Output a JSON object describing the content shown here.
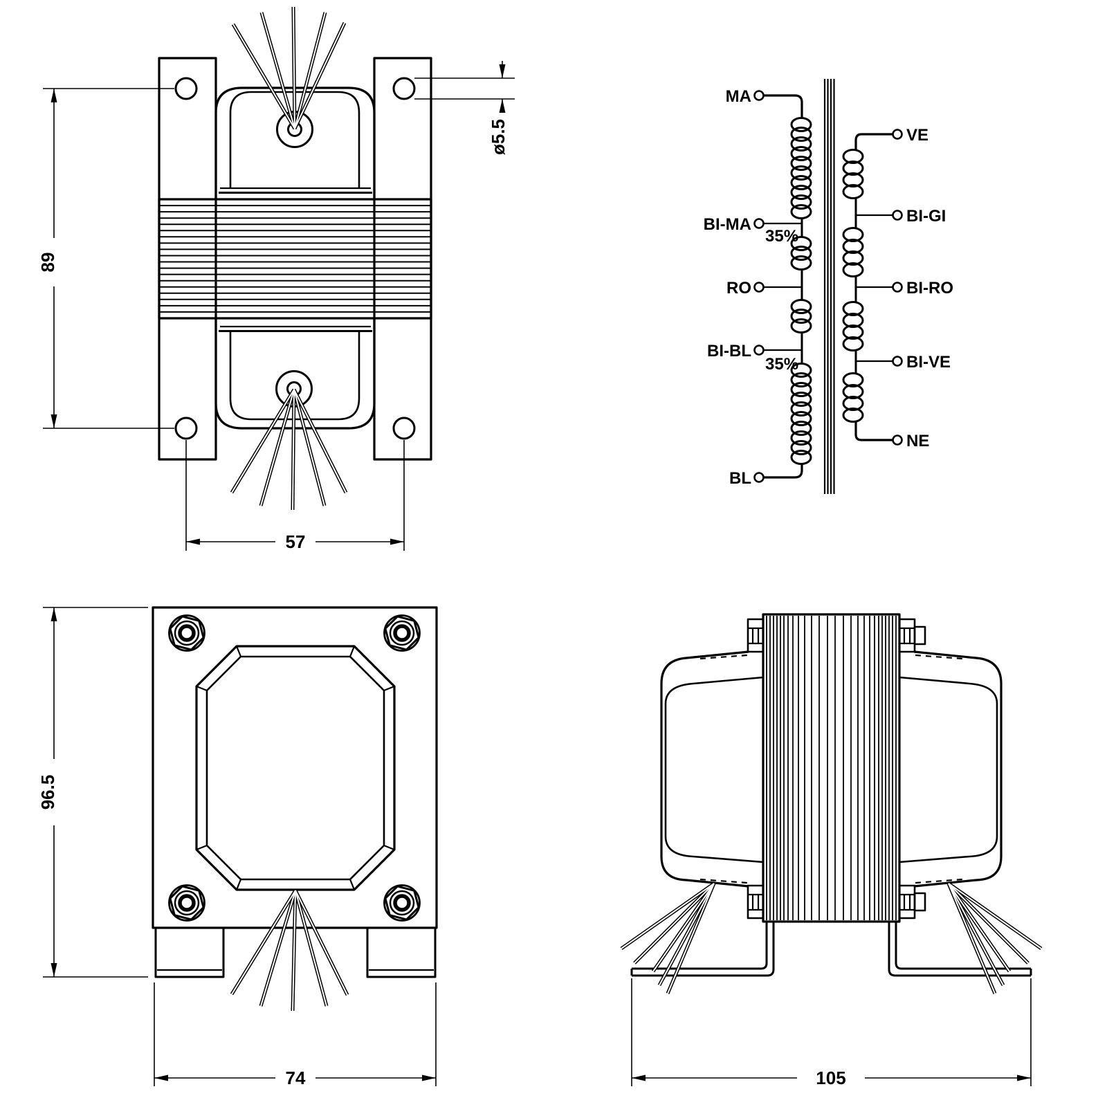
{
  "drawing": {
    "background_color": "#ffffff",
    "line_color": "#000000"
  },
  "front_view": {
    "dim_height": "89",
    "dim_hole_spacing": "57",
    "dim_hole_diameter": "ø5.5"
  },
  "top_view": {
    "dim_height": "96.5",
    "dim_width": "74"
  },
  "side_view": {
    "dim_width": "105"
  },
  "schematic": {
    "primary_terminals": [
      {
        "label": "MA"
      },
      {
        "label": "BI-MA"
      },
      {
        "label": "RO"
      },
      {
        "label": "BI-BL"
      },
      {
        "label": "BL"
      }
    ],
    "primary_taps": [
      "35%",
      "35%"
    ],
    "secondary_terminals": [
      {
        "label": "VE"
      },
      {
        "label": "BI-GI"
      },
      {
        "label": "BI-RO"
      },
      {
        "label": "BI-VE"
      },
      {
        "label": "NE"
      }
    ]
  }
}
